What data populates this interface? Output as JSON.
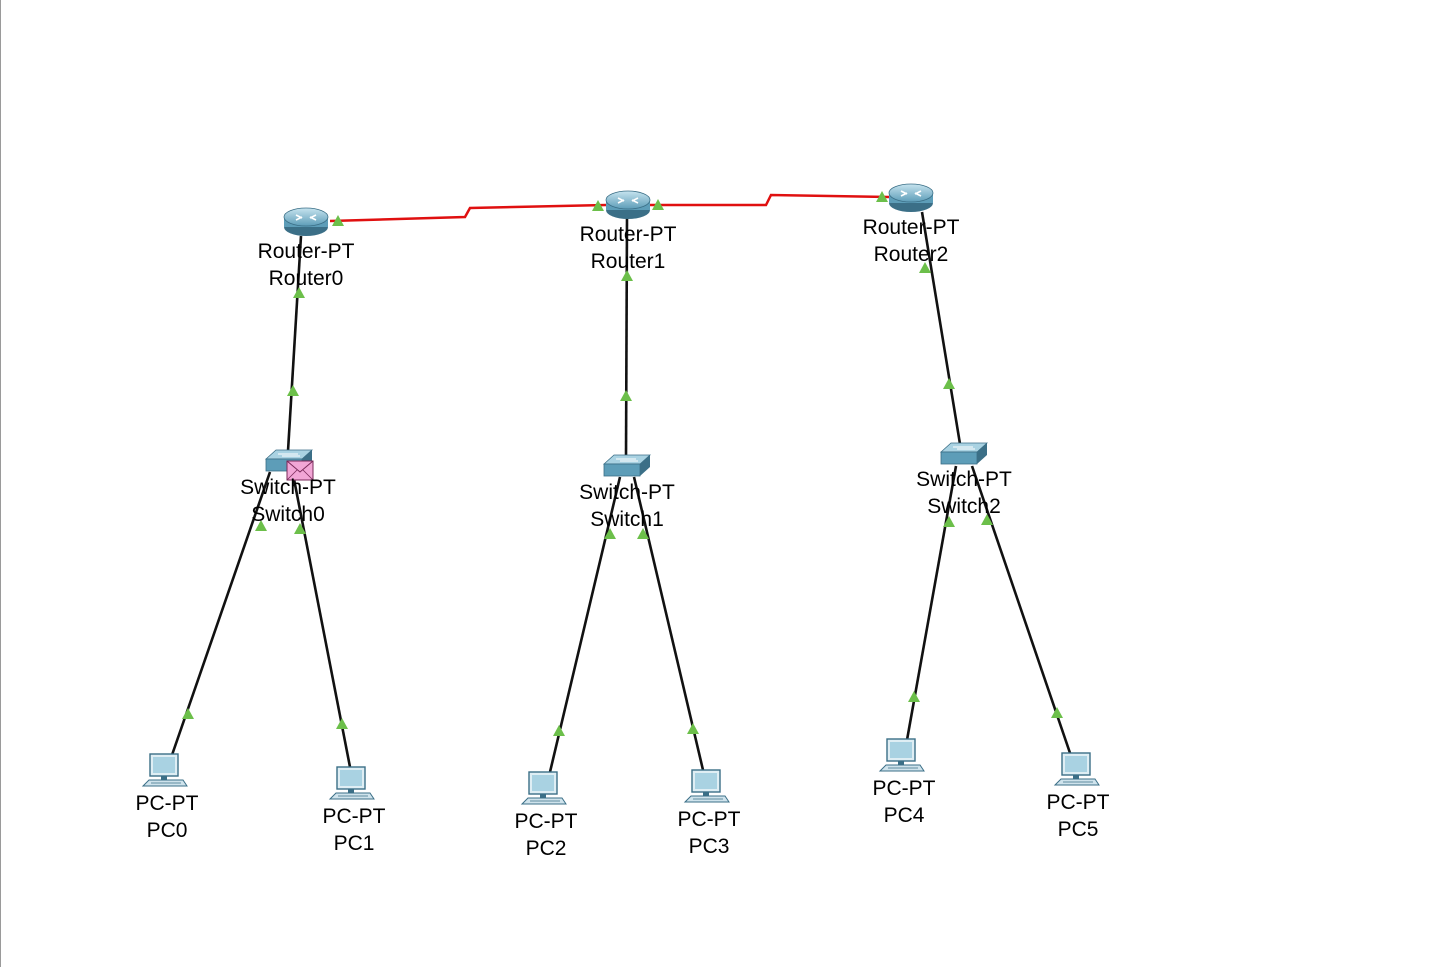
{
  "colors": {
    "serial_link": "#e01010",
    "ethernet_link": "#111111",
    "link_up": "#6cbf4a",
    "device_body": "#5d9db8",
    "device_dark": "#3b6f87",
    "device_light": "#a9d2e2",
    "pdu_envelope": "#f2a6d6"
  },
  "devices": [
    {
      "id": "Router0",
      "type": "router",
      "model": "Router-PT",
      "name": "Router0",
      "icon": "router-icon"
    },
    {
      "id": "Router1",
      "type": "router",
      "model": "Router-PT",
      "name": "Router1",
      "icon": "router-icon"
    },
    {
      "id": "Router2",
      "type": "router",
      "model": "Router-PT",
      "name": "Router2",
      "icon": "router-icon"
    },
    {
      "id": "Switch0",
      "type": "switch",
      "model": "Switch-PT",
      "name": "Switch0",
      "icon": "switch-icon",
      "pdu": true
    },
    {
      "id": "Switch1",
      "type": "switch",
      "model": "Switch-PT",
      "name": "Switch1",
      "icon": "switch-icon"
    },
    {
      "id": "Switch2",
      "type": "switch",
      "model": "Switch-PT",
      "name": "Switch2",
      "icon": "switch-icon"
    },
    {
      "id": "PC0",
      "type": "pc",
      "model": "PC-PT",
      "name": "PC0",
      "icon": "pc-icon"
    },
    {
      "id": "PC1",
      "type": "pc",
      "model": "PC-PT",
      "name": "PC1",
      "icon": "pc-icon"
    },
    {
      "id": "PC2",
      "type": "pc",
      "model": "PC-PT",
      "name": "PC2",
      "icon": "pc-icon"
    },
    {
      "id": "PC3",
      "type": "pc",
      "model": "PC-PT",
      "name": "PC3",
      "icon": "pc-icon"
    },
    {
      "id": "PC4",
      "type": "pc",
      "model": "PC-PT",
      "name": "PC4",
      "icon": "pc-icon"
    },
    {
      "id": "PC5",
      "type": "pc",
      "model": "PC-PT",
      "name": "PC5",
      "icon": "pc-icon"
    }
  ],
  "links": [
    {
      "from": "Router0",
      "to": "Router1",
      "type": "serial"
    },
    {
      "from": "Router1",
      "to": "Router2",
      "type": "serial"
    },
    {
      "from": "Router0",
      "to": "Switch0",
      "type": "ethernet"
    },
    {
      "from": "Router1",
      "to": "Switch1",
      "type": "ethernet"
    },
    {
      "from": "Router2",
      "to": "Switch2",
      "type": "ethernet"
    },
    {
      "from": "Switch0",
      "to": "PC0",
      "type": "ethernet"
    },
    {
      "from": "Switch0",
      "to": "PC1",
      "type": "ethernet"
    },
    {
      "from": "Switch1",
      "to": "PC2",
      "type": "ethernet"
    },
    {
      "from": "Switch1",
      "to": "PC3",
      "type": "ethernet"
    },
    {
      "from": "Switch2",
      "to": "PC4",
      "type": "ethernet"
    },
    {
      "from": "Switch2",
      "to": "PC5",
      "type": "ethernet"
    }
  ]
}
